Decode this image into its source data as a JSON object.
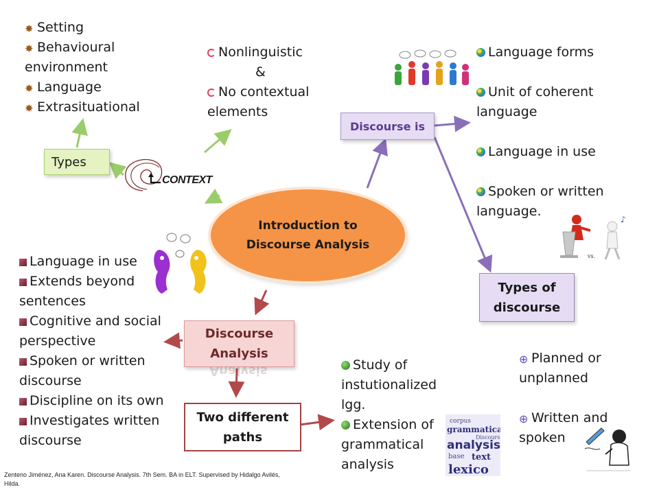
{
  "center": {
    "line1": "Introduction to",
    "line2": "Discourse Analysis"
  },
  "context_types": [
    "Setting",
    "Behavioural environment",
    "Language",
    "Extrasituational"
  ],
  "context_label": "CONTEXT",
  "types_box": "Types",
  "nonlinguistic": {
    "line1": "Nonlinguistic",
    "amp": "&",
    "line2": "No contextual elements"
  },
  "discourse_is": {
    "label": "Discourse is",
    "items": [
      "Language forms",
      "Unit of coherent language",
      "Language in use",
      "Spoken or written language."
    ]
  },
  "types_of_discourse": {
    "line1": "Types of",
    "line2": "discourse"
  },
  "discourse_types": [
    "Planned or unplanned",
    "Written and spoken"
  ],
  "discourse_analysis": {
    "line1": "Discourse",
    "line2": "Analysis",
    "items": [
      "Language in use",
      "Extends beyond sentences",
      "Cognitive and social perspective",
      "Spoken or written discourse",
      "Discipline on its own",
      "Investigates written discourse"
    ]
  },
  "two_paths": {
    "line1": "Two different",
    "line2": "paths",
    "items": [
      "Study of instutionalized lgg.",
      "Extension of grammatical analysis"
    ]
  },
  "footer": "Zenteno Jiménez, Ana Karen. Discourse Analysis. 7th Sem. BA in ELT. Supervised by Hidalgo Avilés, Hilda.",
  "colors": {
    "center": "#f59446",
    "green_arrow": "#9bcc6a",
    "purple_arrow": "#8a6fb8",
    "red_arrow": "#b14a4a"
  },
  "icons": [
    "star-bullet",
    "swirl-bullet",
    "ball-bullet",
    "square-bullet",
    "dot-bullet",
    "crosshair-bullet",
    "context-swirl-icon",
    "people-speech-icon",
    "talking-figures-icon",
    "podium-vs-figure-icon",
    "word-cloud-icon",
    "writing-speaking-icon"
  ]
}
